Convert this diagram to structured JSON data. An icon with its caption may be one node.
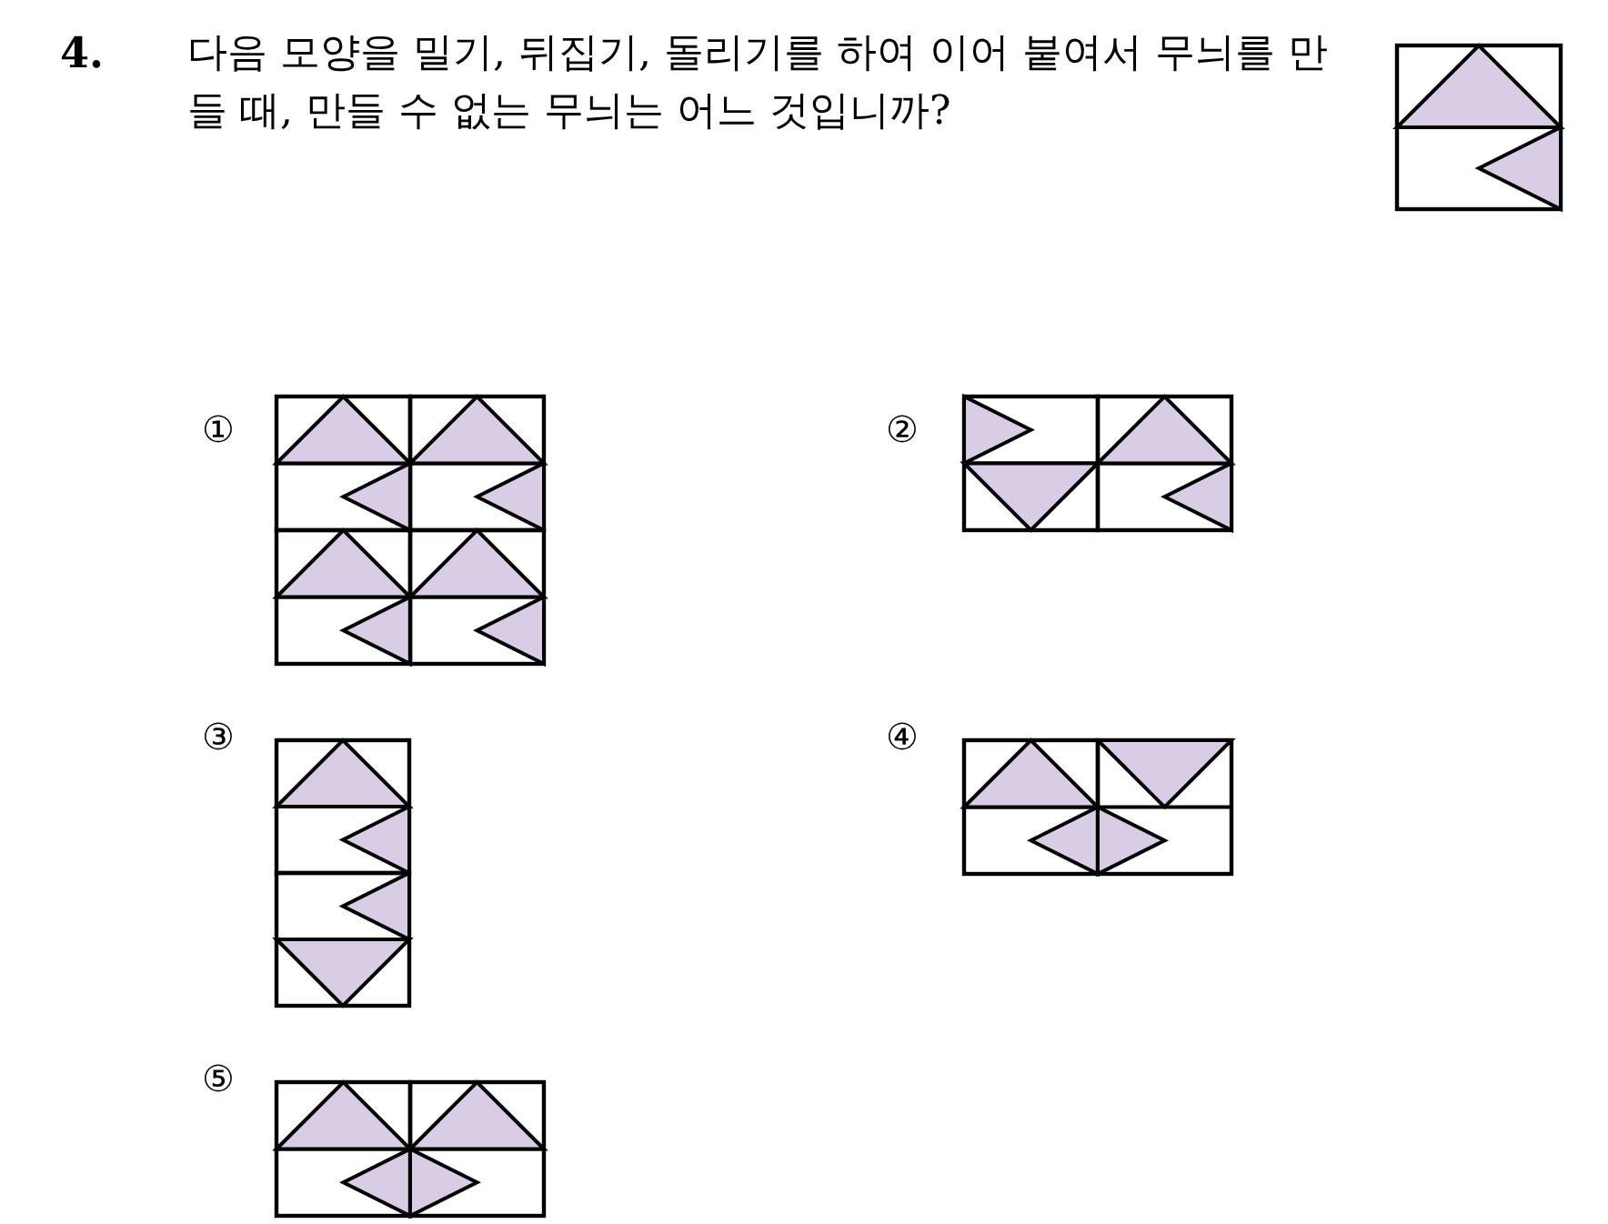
{
  "diagram": {
    "labels": [
      "4.",
      "다음 모양을 밀기, 뒤집기, 돌리기를 하여 이어 붙여서 무늬를 만들 때, 만들 수 없는 무늬는 어느 것입니까?",
      "①",
      "②",
      "③",
      "④",
      "⑤"
    ]
  }
}
